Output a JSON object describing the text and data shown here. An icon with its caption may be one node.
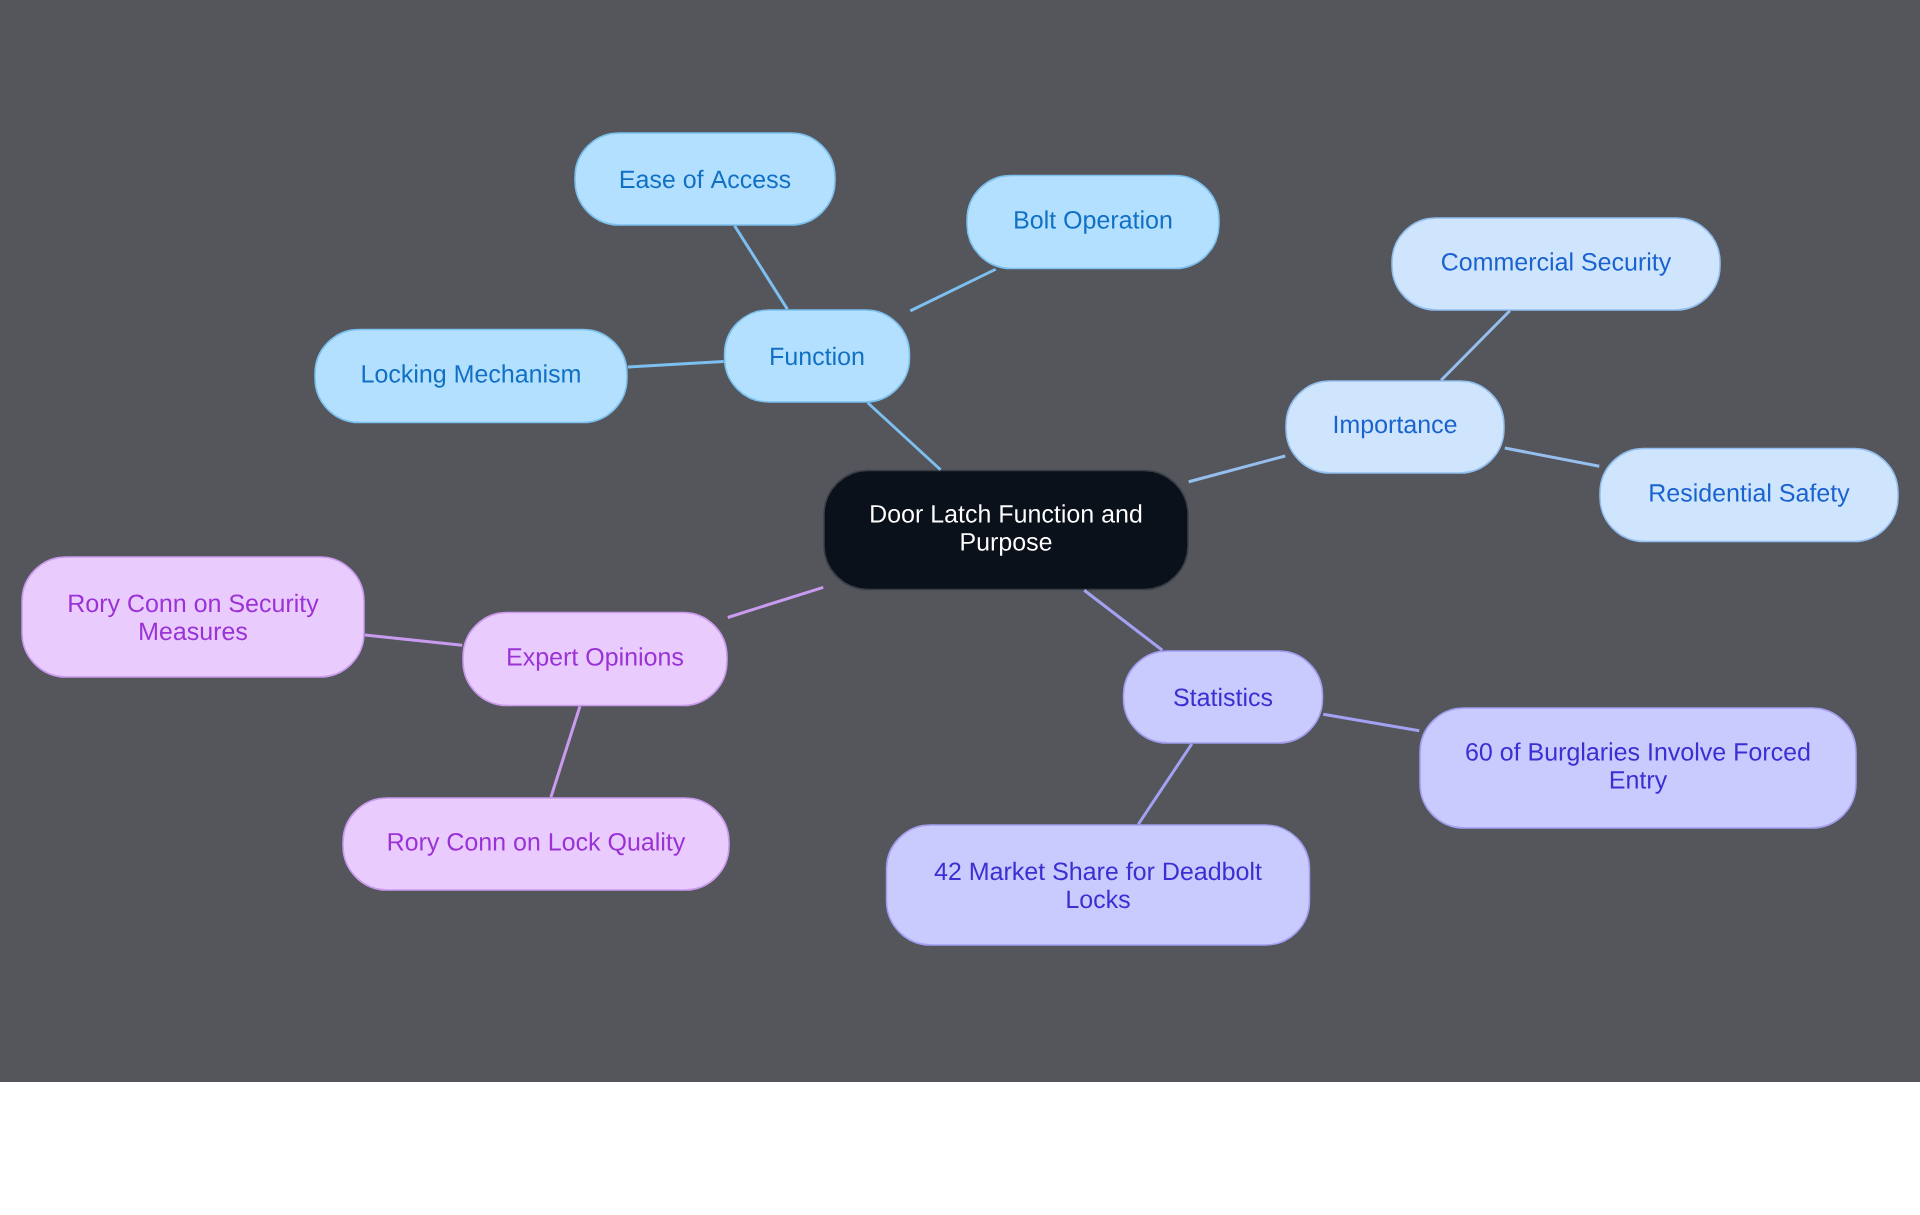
{
  "diagram": {
    "nodes": [
      {
        "text": [
          "Door Latch Function and Purpose"
        ]
      },
      {
        "text": [
          "Function"
        ]
      },
      {
        "text": [
          "Ease of Access"
        ]
      },
      {
        "text": [
          "Bolt Operation"
        ]
      },
      {
        "text": [
          "Locking Mechanism"
        ]
      },
      {
        "text": [
          "Importance"
        ]
      },
      {
        "text": [
          "Commercial Security"
        ]
      },
      {
        "text": [
          "Residential Safety"
        ]
      },
      {
        "text": [
          "Statistics"
        ]
      },
      {
        "text": [
          "60 of Burglaries Involve Forced Entry"
        ]
      },
      {
        "text": [
          "42 Market Share for Deadbolt Locks"
        ]
      },
      {
        "text": [
          "Expert Opinions"
        ]
      },
      {
        "text": [
          "Rory Conn on Security Measures"
        ]
      },
      {
        "text": [
          "Rory Conn on Lock Quality"
        ]
      }
    ],
    "edges": [
      {
        "from": 0,
        "to": 1,
        "arrow": "none",
        "color": "#7dbff0"
      },
      {
        "from": 1,
        "to": 2,
        "arrow": "none",
        "color": "#7dbff0"
      },
      {
        "from": 1,
        "to": 3,
        "arrow": "none",
        "color": "#7dbff0"
      },
      {
        "from": 1,
        "to": 4,
        "arrow": "none",
        "color": "#7dbff0"
      },
      {
        "from": 0,
        "to": 5,
        "arrow": "none",
        "color": "#96bff0"
      },
      {
        "from": 5,
        "to": 6,
        "arrow": "none",
        "color": "#96bff0"
      },
      {
        "from": 5,
        "to": 7,
        "arrow": "none",
        "color": "#96bff0"
      },
      {
        "from": 0,
        "to": 8,
        "arrow": "none",
        "color": "#a3a1f2"
      },
      {
        "from": 8,
        "to": 9,
        "arrow": "none",
        "color": "#a3a1f2"
      },
      {
        "from": 8,
        "to": 10,
        "arrow": "none",
        "color": "#a3a1f2"
      },
      {
        "from": 0,
        "to": 11,
        "arrow": "none",
        "color": "#c99bf0"
      },
      {
        "from": 11,
        "to": 12,
        "arrow": "none",
        "color": "#c99bf0"
      },
      {
        "from": 11,
        "to": 13,
        "arrow": "none",
        "color": "#c99bf0"
      }
    ]
  }
}
